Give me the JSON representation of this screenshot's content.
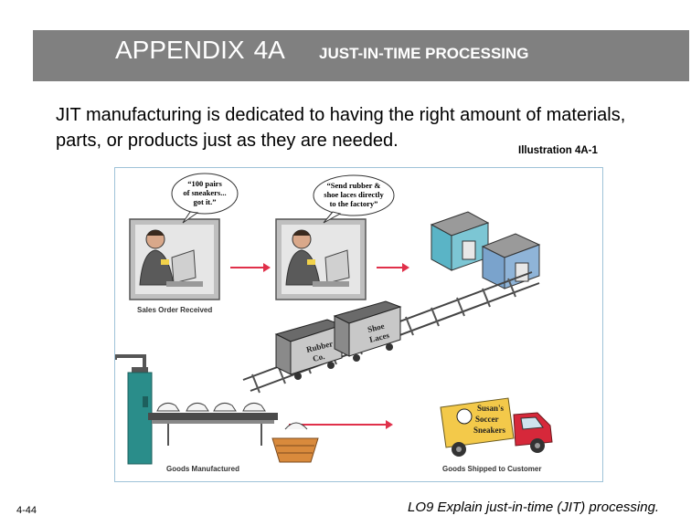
{
  "header": {
    "title": "APPENDIX",
    "title_code": "4A",
    "subtitle": "JUST-IN-TIME PROCESSING"
  },
  "intro_text": "JIT manufacturing is dedicated to having the right amount of materials, parts, or products just as they are needed.",
  "illustration": {
    "label": "Illustration 4A-1",
    "bubble_1_line_1": "“100 pairs",
    "bubble_1_line_2": "of sneakers...",
    "bubble_1_line_3": "got it.”",
    "bubble_2_line_1": "“Send rubber &",
    "bubble_2_line_2": "shoe laces directly",
    "bubble_2_line_3": "to the factory”",
    "caption_sales": "Sales Order Received",
    "railcar_1_line_1": "Rubber",
    "railcar_1_line_2": "Co.",
    "railcar_2_line_1": "Shoe",
    "railcar_2_line_2": "Laces",
    "truck_line_1": "Susan's",
    "truck_line_2": "Soccer",
    "truck_line_3": "Sneakers",
    "caption_manufactured": "Goods Manufactured",
    "caption_shipped": "Goods Shipped to Customer",
    "colors": {
      "border": "#9fc3d8",
      "arrow": "#e0304a",
      "building_teal": "#5ab4c6",
      "building_blue": "#8fb4d8",
      "machine": "#2a8d8a",
      "truck_red": "#d6283a",
      "truck_box": "#f3c94a"
    }
  },
  "footer": {
    "page_number": "4-44",
    "learning_objective": "LO9  Explain just-in-time (JIT) processing."
  }
}
